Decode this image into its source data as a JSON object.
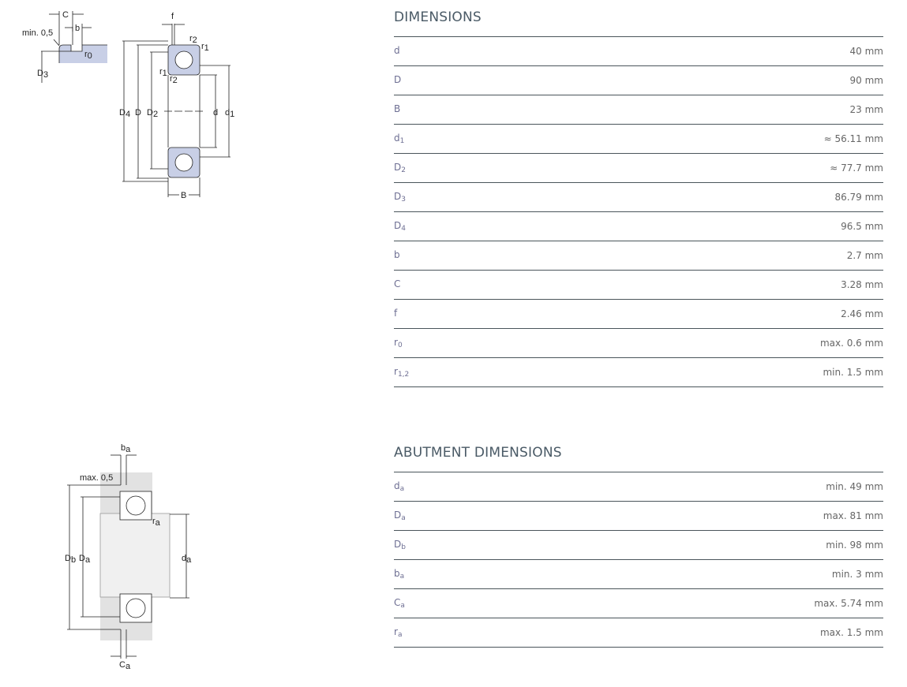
{
  "dimensions": {
    "title": "DIMENSIONS",
    "rows": [
      {
        "sym": "d",
        "sub": "",
        "value": "40 mm"
      },
      {
        "sym": "D",
        "sub": "",
        "value": "90 mm"
      },
      {
        "sym": "B",
        "sub": "",
        "value": "23 mm"
      },
      {
        "sym": "d",
        "sub": "1",
        "value": "≈ 56.11 mm"
      },
      {
        "sym": "D",
        "sub": "2",
        "value": "≈ 77.7 mm"
      },
      {
        "sym": "D",
        "sub": "3",
        "value": "86.79 mm"
      },
      {
        "sym": "D",
        "sub": "4",
        "value": "96.5 mm"
      },
      {
        "sym": "b",
        "sub": "",
        "value": "2.7 mm"
      },
      {
        "sym": "C",
        "sub": "",
        "value": "3.28 mm"
      },
      {
        "sym": "f",
        "sub": "",
        "value": "2.46 mm"
      },
      {
        "sym": "r",
        "sub": "0",
        "value": "max. 0.6 mm"
      },
      {
        "sym": "r",
        "sub": "1,2",
        "value": "min. 1.5 mm"
      }
    ]
  },
  "abutment": {
    "title": "ABUTMENT DIMENSIONS",
    "rows": [
      {
        "sym": "d",
        "sub": "a",
        "value": "min. 49 mm"
      },
      {
        "sym": "D",
        "sub": "a",
        "value": "max. 81 mm"
      },
      {
        "sym": "D",
        "sub": "b",
        "value": "min. 98 mm"
      },
      {
        "sym": "b",
        "sub": "a",
        "value": "min. 3 mm"
      },
      {
        "sym": "C",
        "sub": "a",
        "value": "max. 5.74 mm"
      },
      {
        "sym": "r",
        "sub": "a",
        "value": "max. 1.5 mm"
      }
    ]
  },
  "diagram_labels": {
    "min05": "min. 0,5",
    "max05": "max. 0,5"
  },
  "colors": {
    "label": "#6e6f93",
    "value": "#666666",
    "rule": "#4a555b",
    "bearing_fill": "#c8cfe6"
  }
}
